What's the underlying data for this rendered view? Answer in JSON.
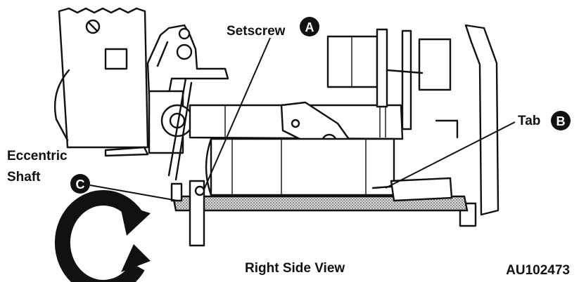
{
  "figure": {
    "view_caption": "Right Side View",
    "figure_id": "AU102473"
  },
  "callouts": [
    {
      "key": "setscrew",
      "label": "Setscrew",
      "badge": "A"
    },
    {
      "key": "tab",
      "label": "Tab",
      "badge": "B"
    },
    {
      "key": "eccentric_shaft",
      "label_line1": "Eccentric",
      "label_line2": "Shaft",
      "badge": "C"
    }
  ],
  "rotation_symbol": {
    "icon": "clockwise-rotation-arrow-icon",
    "color": "#111111"
  }
}
